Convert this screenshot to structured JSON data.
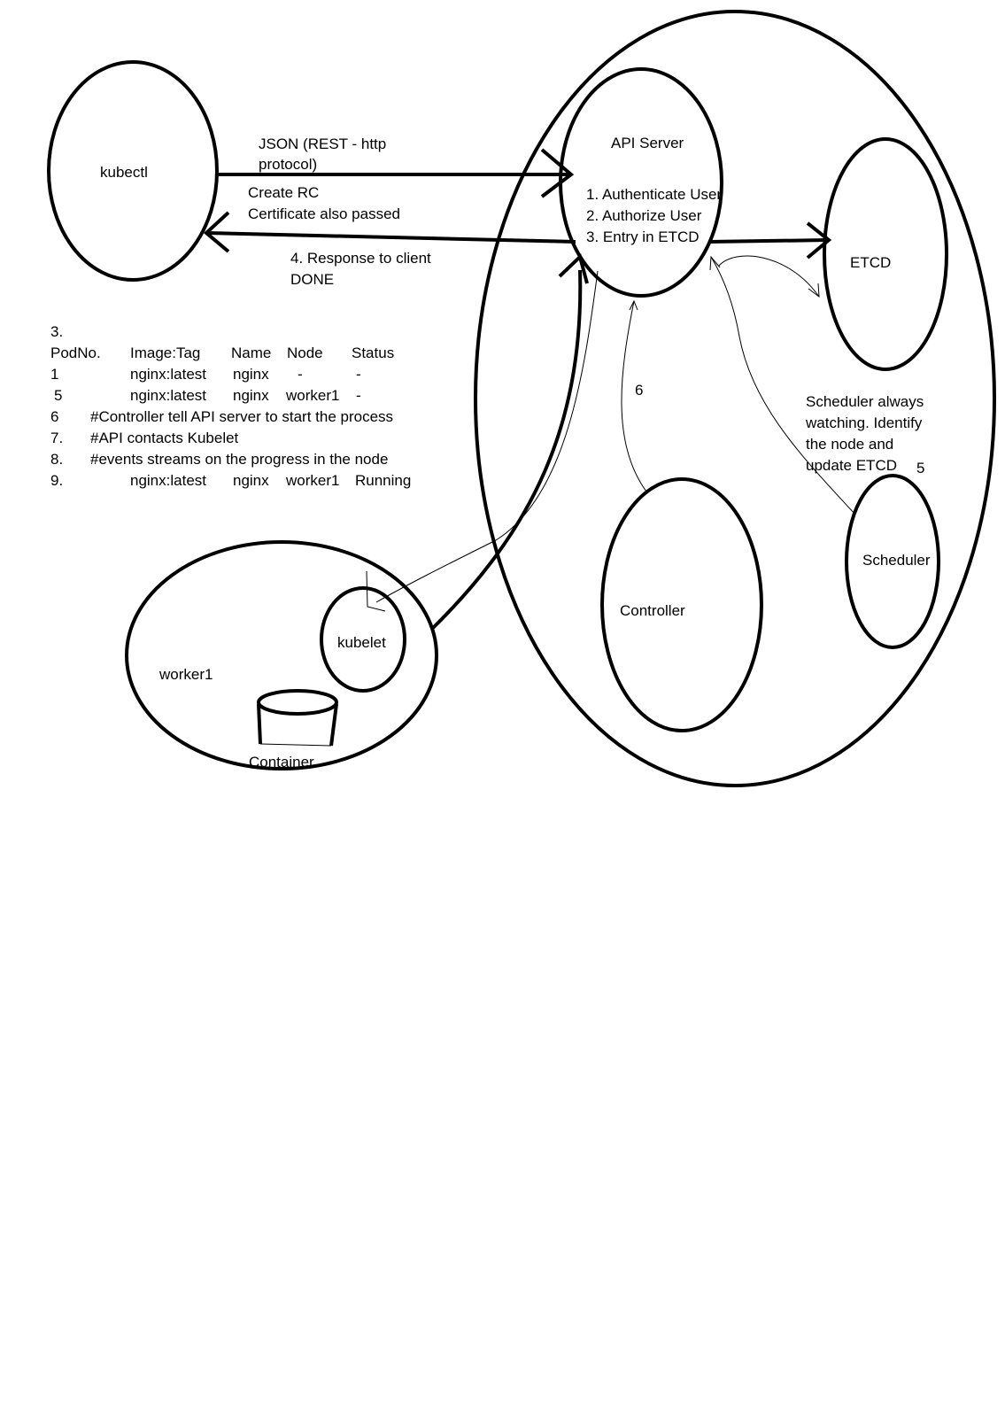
{
  "nodes": {
    "kubectl": "kubectl",
    "api_server": "API Server",
    "etcd": "ETCD",
    "controller": "Controller",
    "scheduler": "Scheduler",
    "worker": "worker1",
    "kubelet": "kubelet",
    "container": "Container"
  },
  "api_steps": [
    "1. Authenticate User",
    "2. Authorize User",
    "3. Entry in ETCD"
  ],
  "request": {
    "line1": "JSON (REST - http",
    "line2": "protocol)",
    "line3": "Create RC",
    "line4": "Certificate also passed"
  },
  "response": {
    "line1": "4. Response to client",
    "line2": "DONE"
  },
  "scheduler_note": [
    "Scheduler always",
    "watching. Identify",
    "the node and",
    "update ETCD"
  ],
  "step_labels": {
    "controller_step": "6",
    "scheduler_step": "5"
  },
  "pod_table": {
    "heading": "3.",
    "columns": [
      "PodNo.",
      "Image:Tag",
      "Name",
      "Node",
      "Status"
    ],
    "rows": [
      [
        "1",
        "nginx:latest",
        "nginx",
        "-",
        "-"
      ],
      [
        "5",
        "nginx:latest",
        "nginx",
        "worker1",
        "-"
      ]
    ],
    "notes": [
      [
        "6",
        "#Controller tell API server to start the process"
      ],
      [
        "7.",
        "#API  contacts Kubelet"
      ],
      [
        "8.",
        "#events streams on the progress in the node"
      ]
    ],
    "final_row": [
      "9.",
      "nginx:latest",
      "nginx",
      "worker1",
      "Running"
    ]
  }
}
